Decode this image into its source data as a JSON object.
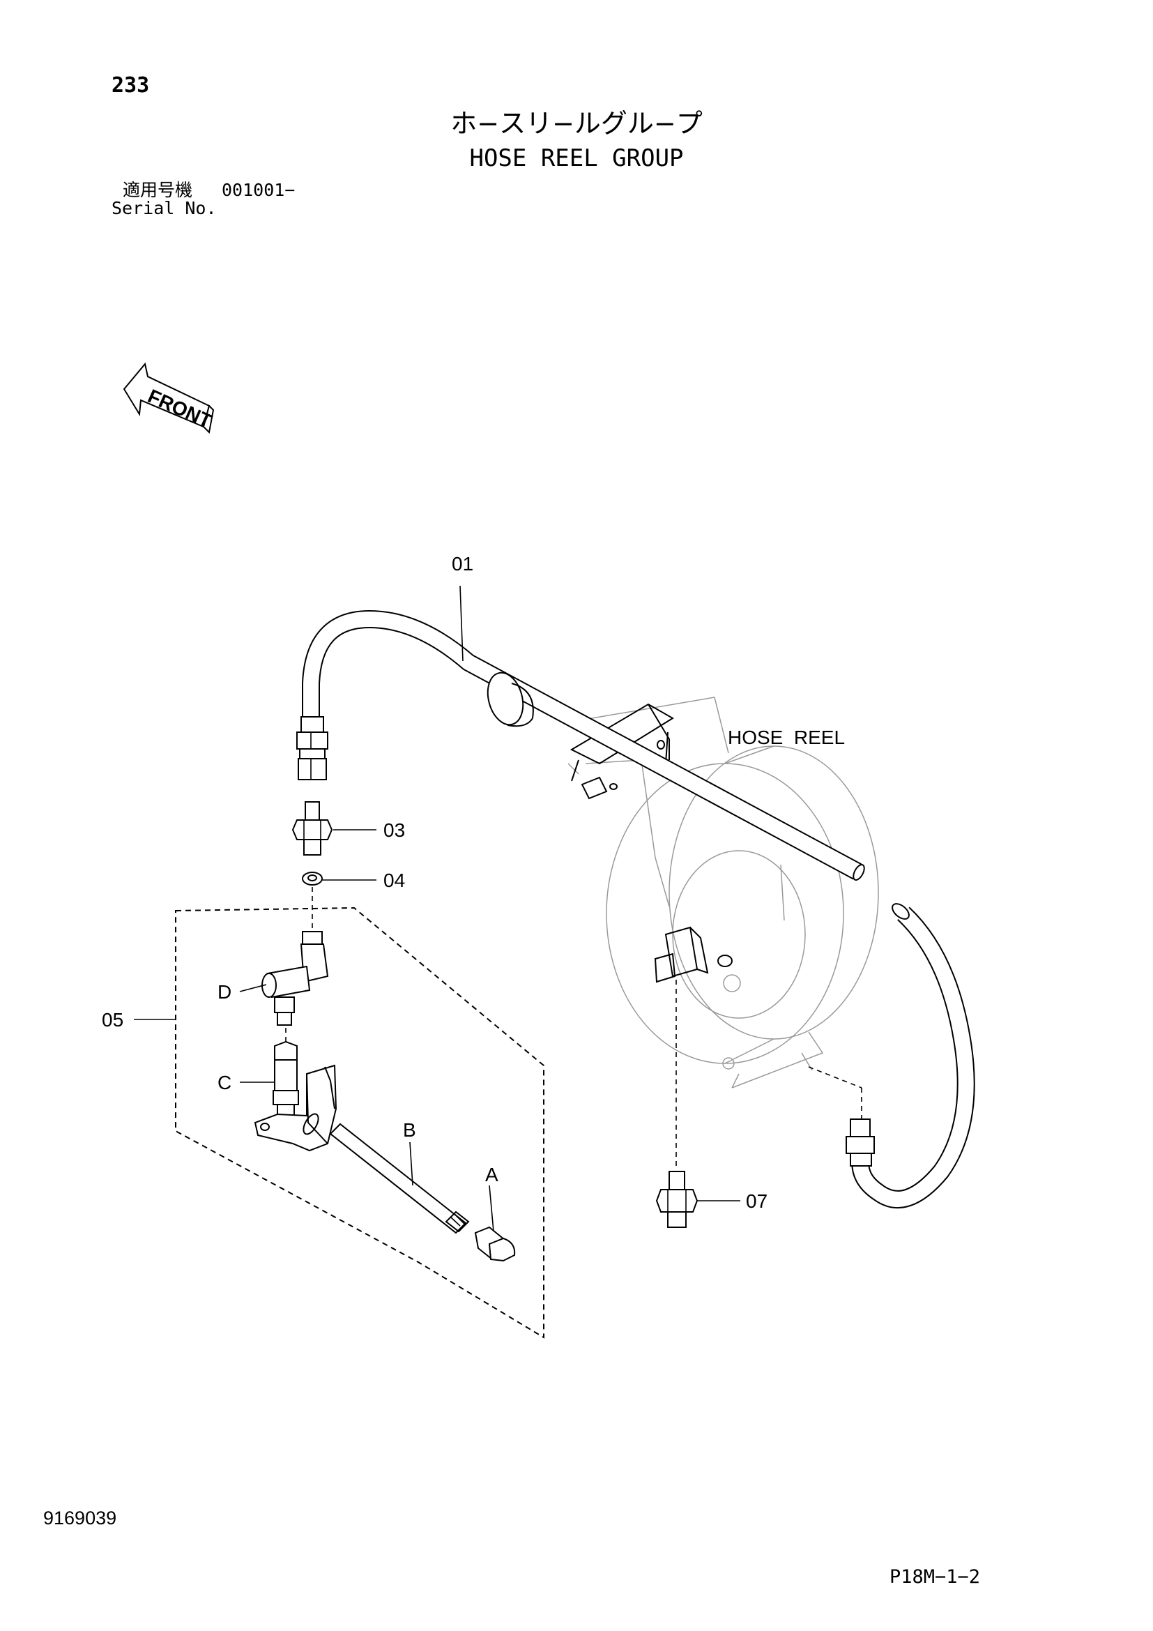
{
  "header": {
    "page_number": "233",
    "title_jp": "ホ−スリ−ルグル−プ",
    "title_en": "HOSE REEL GROUP",
    "serial_label_jp": "適用号機",
    "serial_value": "001001−",
    "serial_label_en": "Serial No."
  },
  "diagram": {
    "front_label": "FRONT",
    "component_label": "HOSE  REEL",
    "callouts": {
      "p01": "01",
      "p03": "03",
      "p04": "04",
      "p05": "05",
      "p07": "07",
      "a": "A",
      "b": "B",
      "c": "C",
      "d": "D"
    }
  },
  "footer": {
    "drawing_number": "9169039",
    "sheet_ref": "P18M−1−2"
  }
}
